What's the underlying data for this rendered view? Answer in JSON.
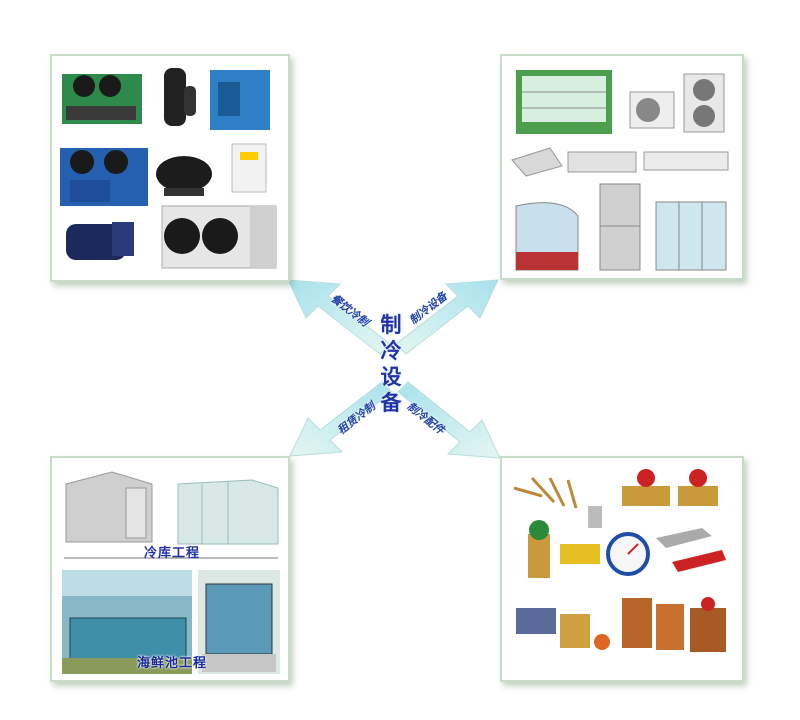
{
  "center": {
    "title": "制冷设备"
  },
  "arrows": {
    "top_left": "餐饮冷制",
    "top_right": "制冷设备",
    "bottom_left": "租赁冷制",
    "bottom_right": "制冷配件"
  },
  "panels": {
    "bottom_left": {
      "coldroom_label": "冷库工程",
      "aquarium_label": "海鲜池工程"
    }
  },
  "colors": {
    "arrow_fill": "#c6ece9",
    "panel_border": "#c9dcc9",
    "text_blue": "#2233aa"
  }
}
